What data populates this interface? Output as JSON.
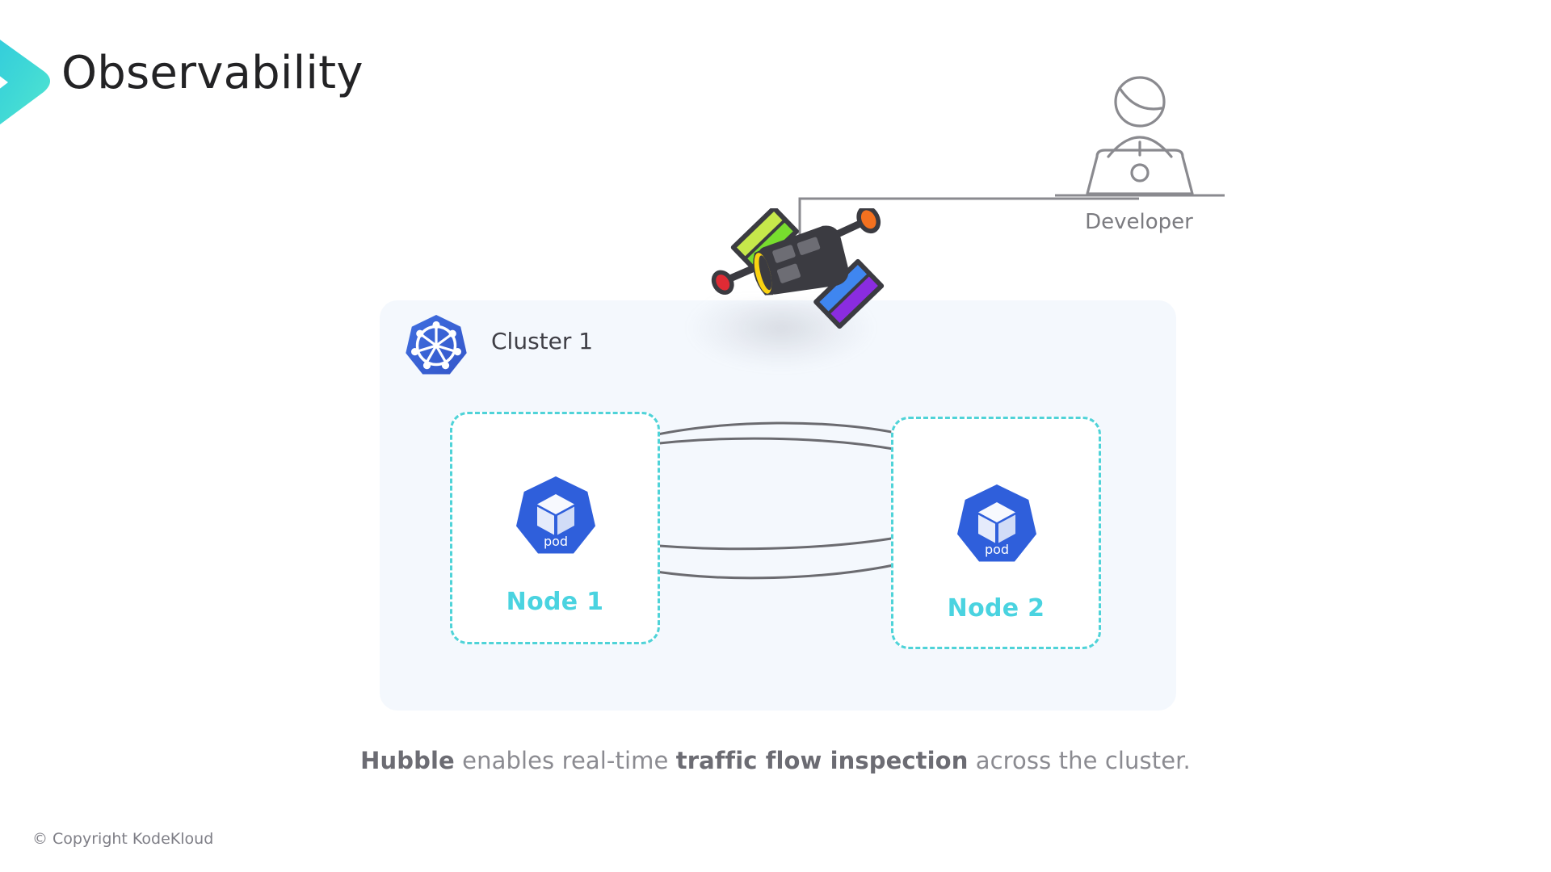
{
  "slide": {
    "title": "Observability",
    "brand_logo": "chevron-logo",
    "caption_parts": {
      "bold_1": "Hubble",
      "normal_1": " enables real-time ",
      "bold_2": "traffic flow inspection",
      "normal_2": " across the cluster."
    },
    "footer": "© Copyright KodeKloud"
  },
  "developer": {
    "label": "Developer",
    "icon": "developer-at-laptop-icon"
  },
  "cluster": {
    "label": "Cluster 1",
    "icon": "kubernetes-logo-icon",
    "nodes": [
      {
        "label": "Node 1",
        "pod": {
          "label": "pod",
          "icon": "kubernetes-pod-icon"
        }
      },
      {
        "label": "Node 2",
        "pod": {
          "label": "pod",
          "icon": "kubernetes-pod-icon"
        }
      }
    ]
  },
  "hubble": {
    "icon": "satellite-telescope-icon"
  },
  "flows": [
    {
      "name": "node1-to-node2-upper",
      "direction": "right"
    },
    {
      "name": "node2-to-node1-upper",
      "direction": "left"
    },
    {
      "name": "node1-to-node2-lower",
      "direction": "right"
    },
    {
      "name": "node2-to-node1-lower",
      "direction": "left"
    }
  ],
  "colors": {
    "brand_teal": "#3fd9d2",
    "node_border": "#4fd3d8",
    "node_label": "#4ad3e0",
    "kubernetes_blue": "#3a63d8",
    "pod_blue": "#2f5fdb",
    "panel_bg": "#f4f8fd",
    "title_text": "#232325",
    "body_text": "#8b8b91",
    "arrow_gray": "#6b6b70"
  }
}
